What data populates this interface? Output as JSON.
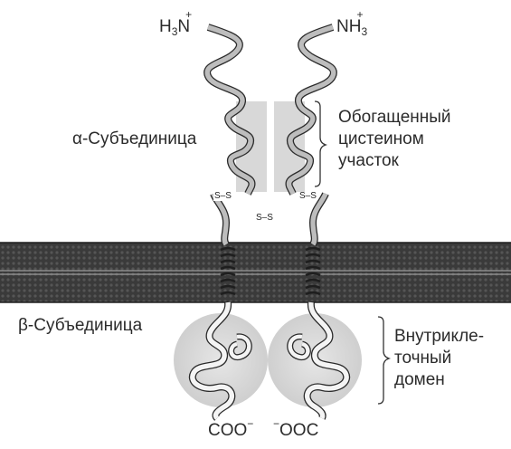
{
  "labels": {
    "alpha_subunit": "α-Субъединица",
    "beta_subunit": "β-Субъединица",
    "cysteine_rich_line1": "Обогащенный",
    "cysteine_rich_line2": "цистеином",
    "cysteine_rich_line3": "участок",
    "intracellular_line1": "Внутрикле-",
    "intracellular_line2": "точный",
    "intracellular_line3": "домен"
  },
  "termini": {
    "n_left_main": "H",
    "n_left_sub": "3",
    "n_left_tail": "N",
    "n_left_charge": "+",
    "n_right_main": "NH",
    "n_right_sub": "3",
    "n_right_charge": "+",
    "c_left": "COO",
    "c_left_charge": "−",
    "c_right_charge": "−",
    "c_right": "OOC"
  },
  "disulfide": {
    "left": "S–S",
    "middle": "S–S",
    "right": "S–S"
  },
  "colors": {
    "membrane": "#3a3a3a",
    "ribbon_fill": "#b9b9b9",
    "ribbon_stroke": "#2b2b2b",
    "shaded_region": "#d6d6d6",
    "globular_domain": "#dcdcdc"
  }
}
